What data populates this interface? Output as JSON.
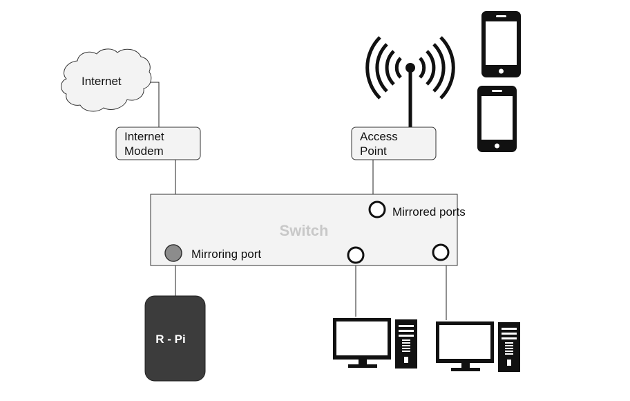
{
  "internet": {
    "label": "Internet"
  },
  "modem": {
    "label_line1": "Internet",
    "label_line2": "Modem"
  },
  "access_point": {
    "label_line1": "Access",
    "label_line2": "Point"
  },
  "switch": {
    "label": "Switch",
    "mirrored_ports_label": "Mirrored ports",
    "mirroring_port_label": "Mirroring port"
  },
  "rpi": {
    "label": "R - Pi"
  },
  "icons": [
    "cloud-icon",
    "antenna-icon",
    "smartphone-icon",
    "desktop-computer-icon"
  ],
  "colors": {
    "box_fill": "#f3f3f3",
    "switch_label": "#c8c8c8",
    "mirroring_port_fill": "#8c8c8c",
    "rpi_fill": "#3c3c3c",
    "device_dark": "#111111"
  }
}
